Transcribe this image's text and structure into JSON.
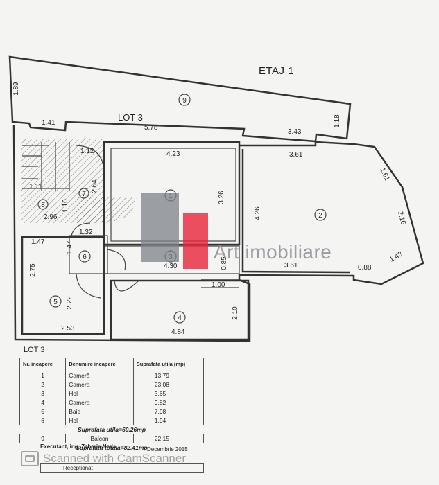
{
  "floor_label": "ETAJ 1",
  "lot_label_top": "LOT 3",
  "lot_label_bottom": "LOT 3",
  "rooms_on_plan": {
    "r1": "1",
    "r2": "2",
    "r3": "3",
    "r4": "4",
    "r5": "5",
    "r6": "6",
    "r7": "7",
    "r8": "8",
    "r9": "9"
  },
  "dimensions": {
    "d189": "1.89",
    "d141": "1.41",
    "d578": "5.78",
    "d343": "3.43",
    "d118": "1.18",
    "d112": "1.12",
    "d423": "4.23",
    "d361a": "3.61",
    "d161": "1.61",
    "d264": "2.64",
    "d111": "1.11",
    "d110": "1.10",
    "d296": "2.96",
    "d326": "3.26",
    "d426": "4.26",
    "d216": "2.16",
    "d132": "1.32",
    "d147a": "1.47",
    "d147b": "1.47",
    "d430": "4.30",
    "d085": "0.85",
    "d361b": "3.61",
    "d088": "0.88",
    "d143": "1.43",
    "d275": "2.75",
    "d100": "1.00",
    "d222": "2.22",
    "d210": "2.10",
    "d253": "2.53",
    "d484": "4.84"
  },
  "watermark": {
    "text": "Art imobiliare",
    "gray": "#7d8288",
    "red": "#e8243a"
  },
  "table": {
    "headers": [
      "Nr. incapere",
      "Denumire incapere",
      "Suprafata utila (mp)"
    ],
    "rows": [
      {
        "nr": "1",
        "name": "Cameră",
        "area": "13.79"
      },
      {
        "nr": "2",
        "name": "Camera",
        "area": "23.08"
      },
      {
        "nr": "3",
        "name": "Hol",
        "area": "3.65"
      },
      {
        "nr": "4",
        "name": "Camera",
        "area": "9.82"
      },
      {
        "nr": "5",
        "name": "Baie",
        "area": "7.98"
      },
      {
        "nr": "6",
        "name": "Hol",
        "area": "1.94"
      }
    ],
    "total_util": "Suprafata utila=60.26mp",
    "balcony": {
      "nr": "9",
      "name": "Balcon",
      "area": "22.15"
    },
    "total": "Suprafata totala=82.41mp"
  },
  "executant": "Executant, ing. Zaharia Neda",
  "date": "Decembrie 2015",
  "receptie": "Receptionat",
  "scanner_text": "Scanned with CamScanner"
}
